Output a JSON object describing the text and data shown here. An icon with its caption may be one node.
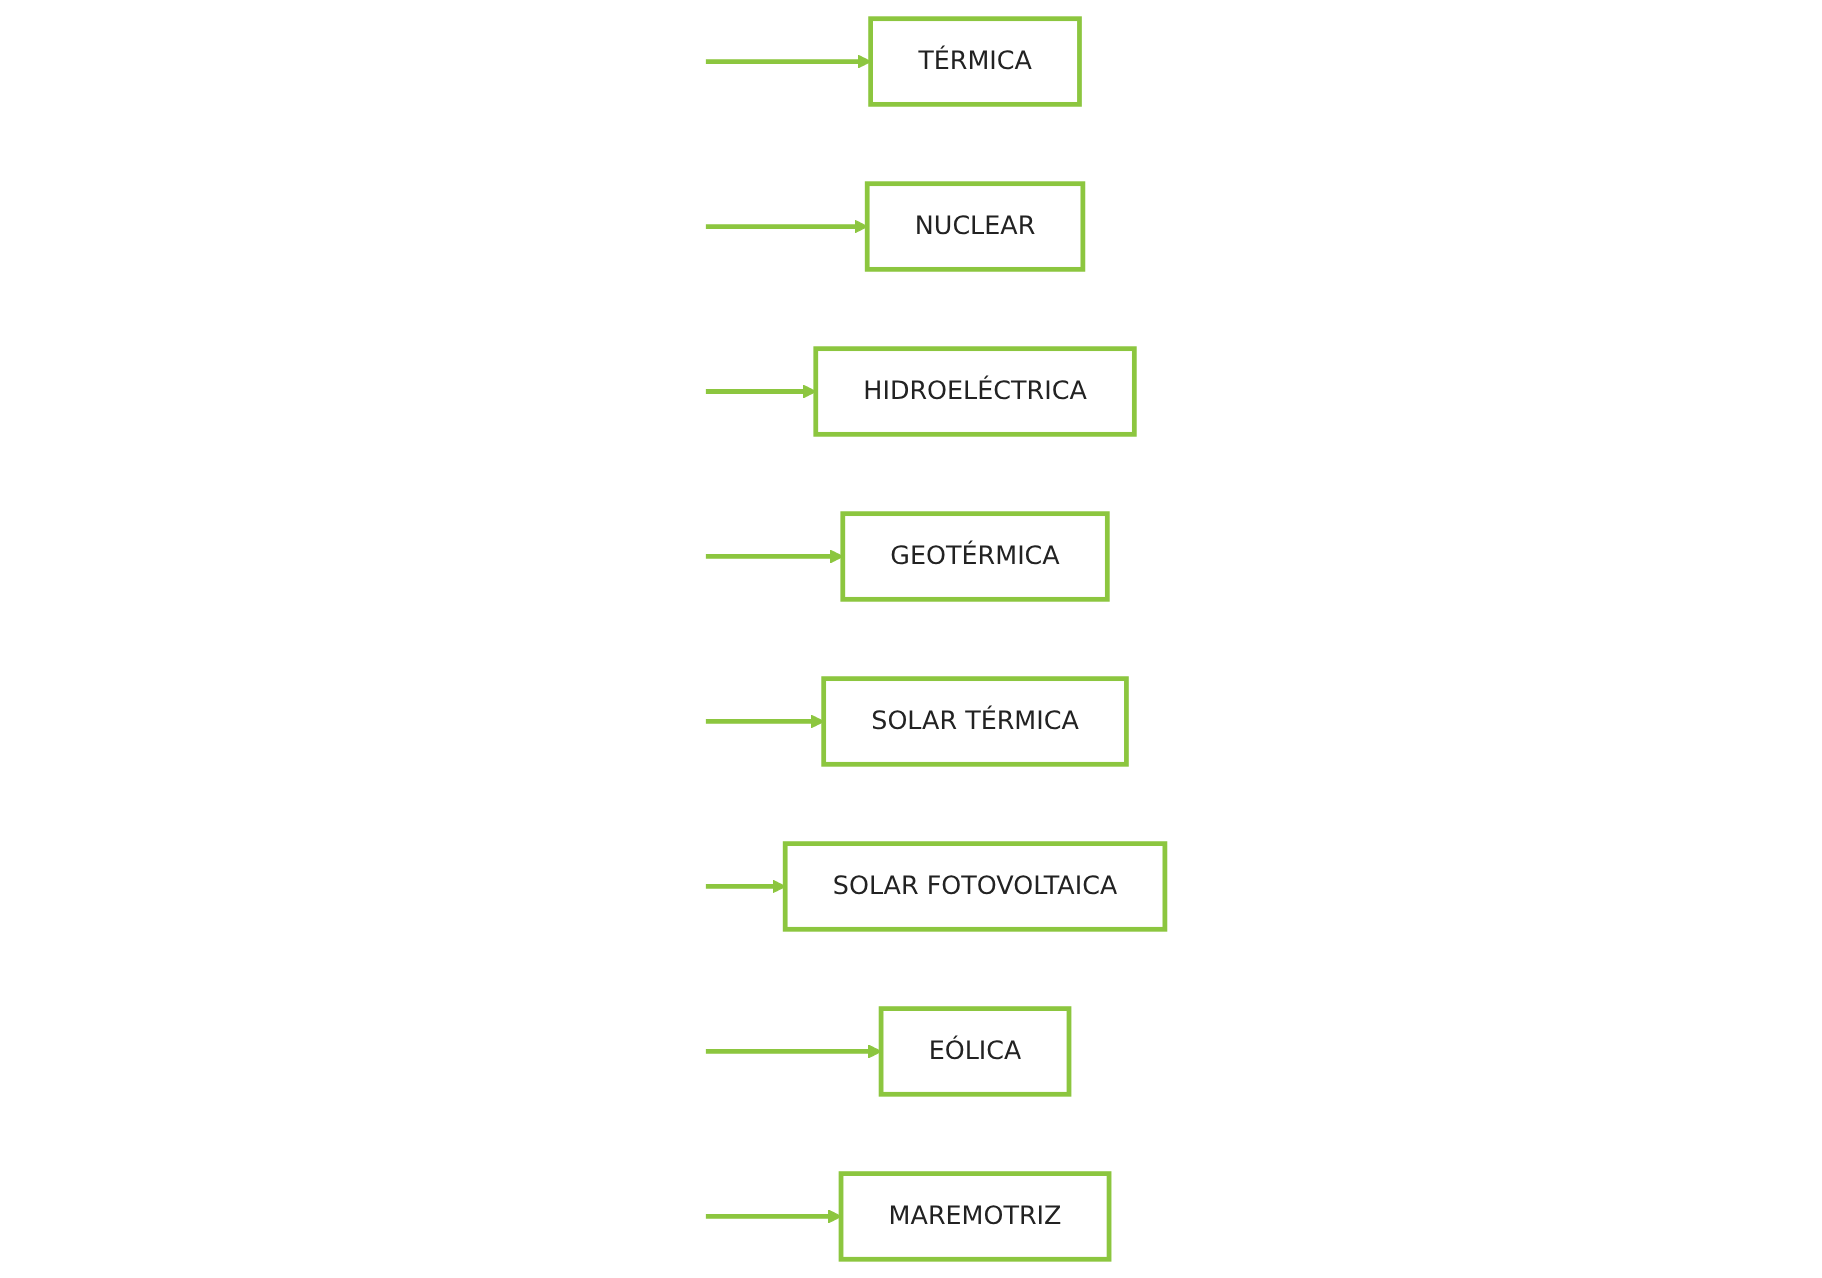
{
  "diagram": {
    "nodes": [
      {
        "text": [
          "TÉRMICA"
        ]
      },
      {
        "text": [
          "NUCLEAR"
        ]
      },
      {
        "text": [
          "HIDROELÉCTRICA"
        ]
      },
      {
        "text": [
          "GEOTÉRMICA"
        ]
      },
      {
        "text": [
          "SOLAR TÉRMICA"
        ]
      },
      {
        "text": [
          "SOLAR FOTOVOLTAICA"
        ]
      },
      {
        "text": [
          "EÓLICA"
        ]
      },
      {
        "text": [
          "MAREMOTRIZ"
        ]
      }
    ],
    "edges": [
      {
        "from": null,
        "to": 0,
        "arrow": "to"
      },
      {
        "from": null,
        "to": 1,
        "arrow": "to"
      },
      {
        "from": null,
        "to": 2,
        "arrow": "to"
      },
      {
        "from": null,
        "to": 3,
        "arrow": "to"
      },
      {
        "from": null,
        "to": 4,
        "arrow": "to"
      },
      {
        "from": null,
        "to": 5,
        "arrow": "to"
      },
      {
        "from": null,
        "to": 6,
        "arrow": "to"
      },
      {
        "from": null,
        "to": 7,
        "arrow": "to"
      }
    ]
  }
}
